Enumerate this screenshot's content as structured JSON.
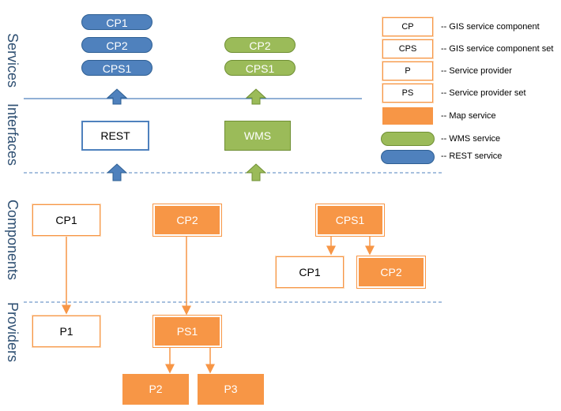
{
  "layers": {
    "services": "Services",
    "interfaces": "Interfaces",
    "components": "Components",
    "providers": "Providers"
  },
  "services": {
    "rest": [
      "CP1",
      "CP2",
      "CPS1"
    ],
    "wms": [
      "CP2",
      "CPS1"
    ]
  },
  "interfaces": {
    "rest": "REST",
    "wms": "WMS"
  },
  "components": {
    "cp1": "CP1",
    "cp2": "CP2",
    "cps1": "CPS1",
    "cps1_child_cp1": "CP1",
    "cps1_child_cp2": "CP2"
  },
  "providers": {
    "p1": "P1",
    "ps1": "PS1",
    "p2": "P2",
    "p3": "P3"
  },
  "legend": [
    {
      "key": "CP",
      "desc": "-- GIS service component"
    },
    {
      "key": "CPS",
      "desc": "-- GIS service component set"
    },
    {
      "key": "P",
      "desc": "-- Service provider"
    },
    {
      "key": "PS",
      "desc": "-- Service provider set"
    },
    {
      "key": "",
      "desc": "-- Map service"
    },
    {
      "key": "",
      "desc": "-- WMS service"
    },
    {
      "key": "",
      "desc": "-- REST service"
    }
  ],
  "colors": {
    "rest_blue": "#4f81bd",
    "wms_green": "#9bbb59",
    "map_orange": "#f79646",
    "separator": "#4f81bd"
  }
}
